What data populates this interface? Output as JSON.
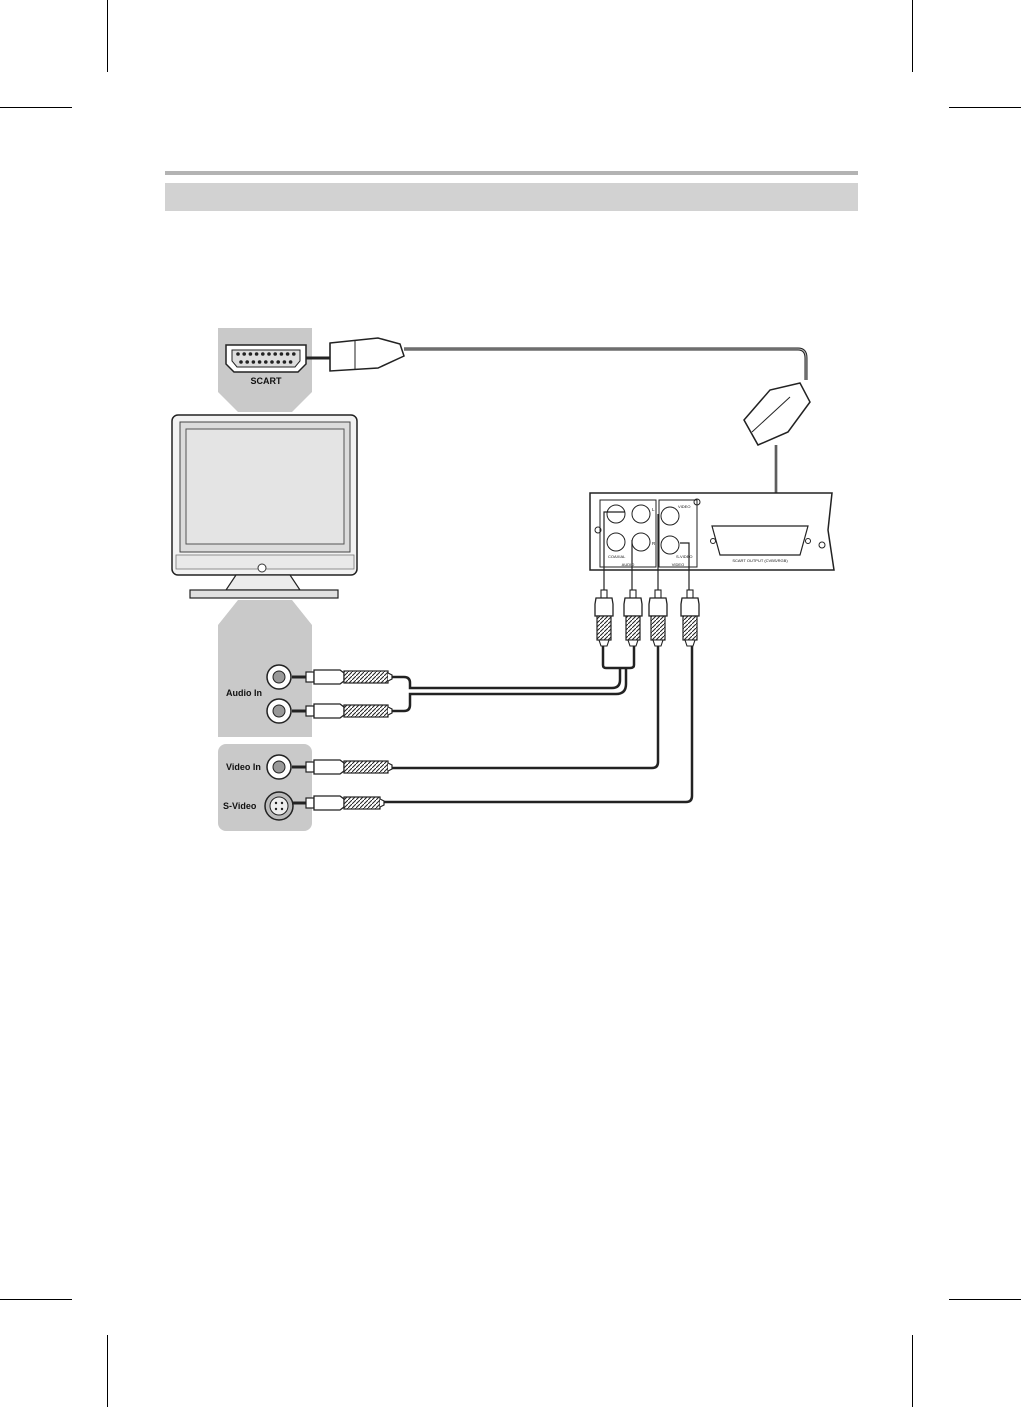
{
  "diagram": {
    "labels": {
      "scart": "SCART",
      "audio_in": "Audio In",
      "video_in": "Video In",
      "s_video": "S-Video"
    },
    "player_panel": {
      "audio_l": "L",
      "audio_r": "R",
      "coaxial": "COAXIAL",
      "audio": "AUDIO",
      "video_top": "VIDEO",
      "s_video": "S-VIDEO",
      "video_bottom": "VIDEO",
      "scart_output": "SCART OUTPUT (CVBS/RGB)"
    }
  },
  "colors": {
    "panel_gray": "#c9c9c9",
    "header_bar": "#d2d2d2",
    "rule": "#b3b3b3",
    "line": "#222222"
  }
}
